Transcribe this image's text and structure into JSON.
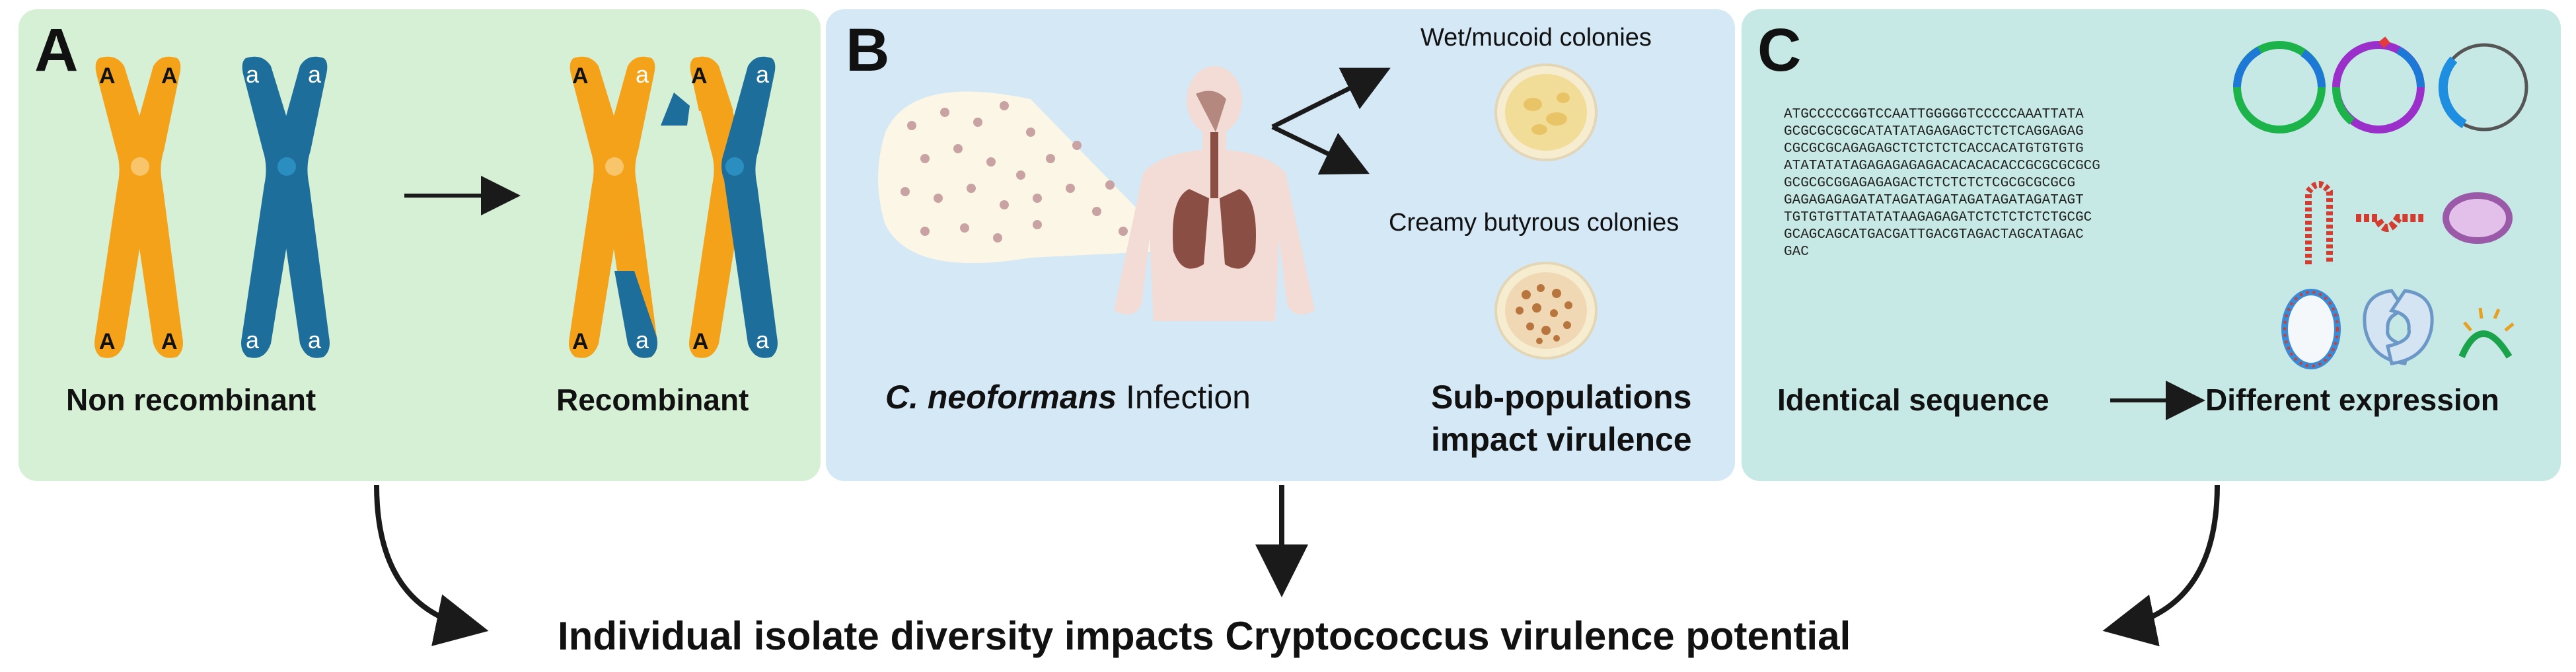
{
  "panel_a": {
    "letter": "A",
    "allele_upper": "A",
    "allele_lower": "a",
    "left_caption": "Non recombinant",
    "right_caption": "Recombinant",
    "colors": {
      "orange": "#f5a21b",
      "blue": "#1e6e9c",
      "bg": "#d6f0d6"
    }
  },
  "panel_b": {
    "letter": "B",
    "top_colony_label": "Wet/mucoid colonies",
    "bottom_colony_label": "Creamy butyrous colonies",
    "infection_species": "C. neoformans",
    "infection_word": "Infection",
    "subpop_line1": "Sub-populations",
    "subpop_line2": "impact virulence",
    "colors": {
      "bg": "#d4e8f6"
    }
  },
  "panel_c": {
    "letter": "C",
    "sequence_lines": [
      "ATGCCCCCGGTCCAATTGGGGGTCCCCCAAATTATA",
      "GCGCGCGCGCATATATAGAGAGCTCTCTCAGGAGAG",
      "CGCGCGCAGAGAGCTCTCTCTCACCACATGTGTGTG",
      "ATATATATAGAGAGAGAGACACACACACCGCGCGCGCG",
      "GCGCGCGGAGAGAGACTCTCTCTCTCGCGCGCGCG",
      "GAGAGAGAGATATAGATAGATAGATAGATAGATAGT",
      "TGTGTGTTATATATAAGAGAGATCTCTCTCTCTGCGC",
      "GCAGCAGCATGACGATTGACGTAGACTAGCATAGAC",
      "GAC"
    ],
    "left_caption": "Identical sequence",
    "right_caption": "Different expression",
    "colors": {
      "bg": "#c7e9e5"
    }
  },
  "conclusion": "Individual isolate diversity impacts Cryptococcus virulence potential"
}
